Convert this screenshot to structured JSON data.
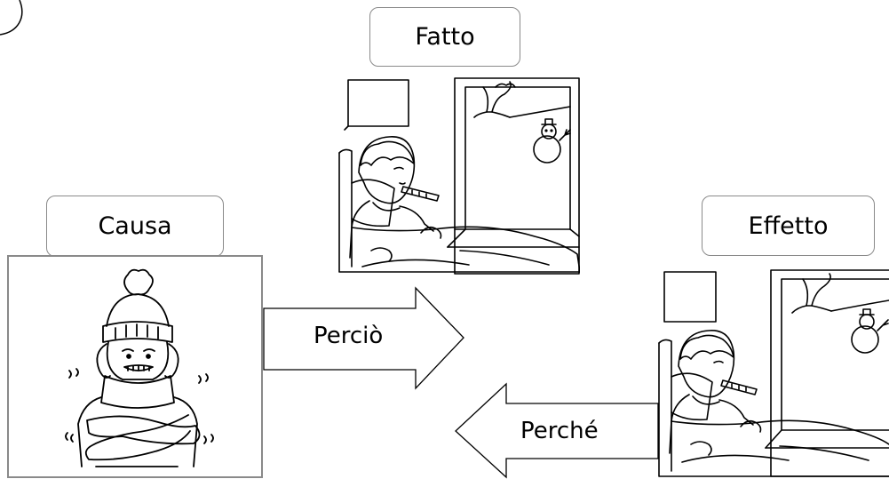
{
  "labels": {
    "fact": "Fatto",
    "cause": "Causa",
    "effect": "Effetto"
  },
  "arrows": {
    "forward": "Perciò",
    "backward": "Perché"
  },
  "illustrations": {
    "fact": "sick-child-in-bed-icon",
    "cause": "cold-shivering-person-icon",
    "effect": "sick-child-in-bed-icon"
  },
  "colors": {
    "box_border": "#8a8a8a",
    "line": "#000000",
    "background": "#ffffff"
  }
}
